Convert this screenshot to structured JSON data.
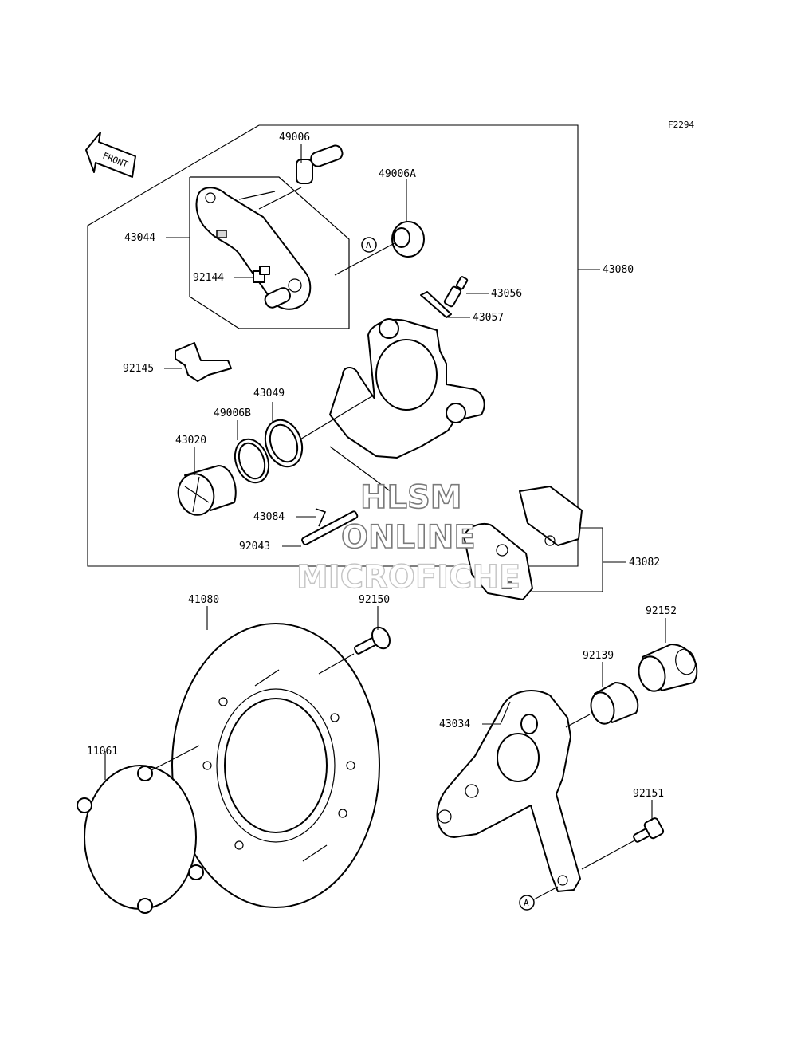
{
  "figure_code": "F2294",
  "front_label": "FRONT",
  "reference_marker": "A",
  "watermark": {
    "line1": "HLSM",
    "line2": "ONLINE",
    "line3": "MICROFICHE"
  },
  "parts": {
    "p49006": "49006",
    "p49006A": "49006A",
    "p43044": "43044",
    "p92144": "92144",
    "p43080": "43080",
    "p43056": "43056",
    "p43057": "43057",
    "p92145": "92145",
    "p43049": "43049",
    "p49006B": "49006B",
    "p43020": "43020",
    "p43084": "43084",
    "p92043": "92043",
    "p43082": "43082",
    "p41080": "41080",
    "p92150": "92150",
    "p92152": "92152",
    "p92139": "92139",
    "p43034": "43034",
    "p11061": "11061",
    "p92151": "92151"
  }
}
